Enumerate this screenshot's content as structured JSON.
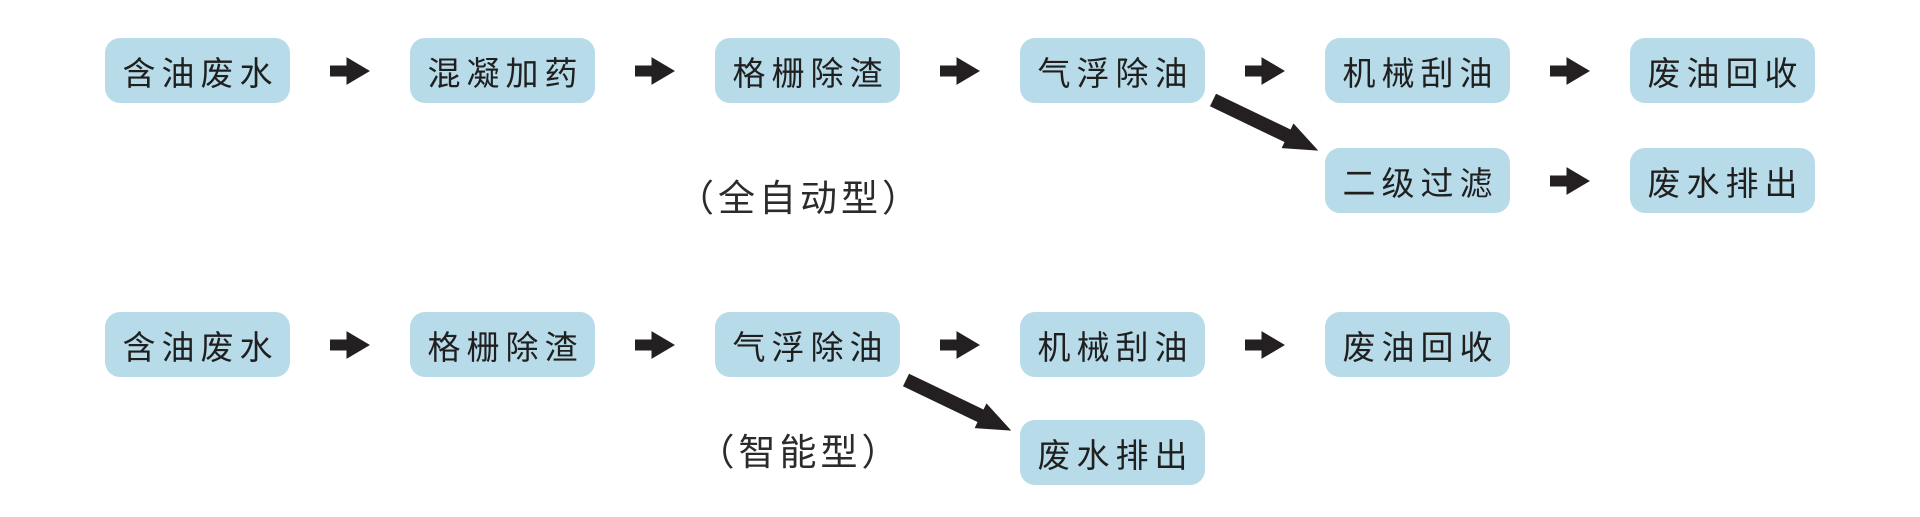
{
  "diagram": {
    "background": "#ffffff",
    "colors": {
      "box_fill": "#b8dbe9",
      "box_text": "#1f1f1f",
      "arrow": "#241f21",
      "label_text": "#2b2b2b"
    },
    "icons": {
      "flow_arrow": "right-arrow",
      "branch_arrow": "down-right-arrow"
    },
    "flows": [
      {
        "type_label": "（全自动型）",
        "main": [
          "含油废水",
          "混凝加药",
          "格栅除渣",
          "气浮除油",
          "机械刮油",
          "废油回收"
        ],
        "branch": [
          "二级过滤",
          "废水排出"
        ]
      },
      {
        "type_label": "（智能型）",
        "main": [
          "含油废水",
          "格栅除渣",
          "气浮除油",
          "机械刮油",
          "废油回收"
        ],
        "branch": [
          "废水排出"
        ]
      }
    ]
  }
}
